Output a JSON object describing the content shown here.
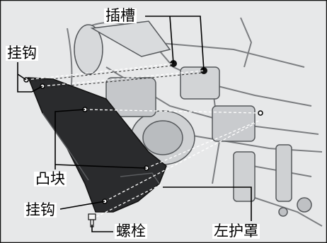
{
  "labels": {
    "slot": "插槽",
    "hook_top": "挂钩",
    "tab": "凸块",
    "hook_bottom": "挂钩",
    "bolt": "螺栓",
    "left_cover": "左护罩"
  }
}
